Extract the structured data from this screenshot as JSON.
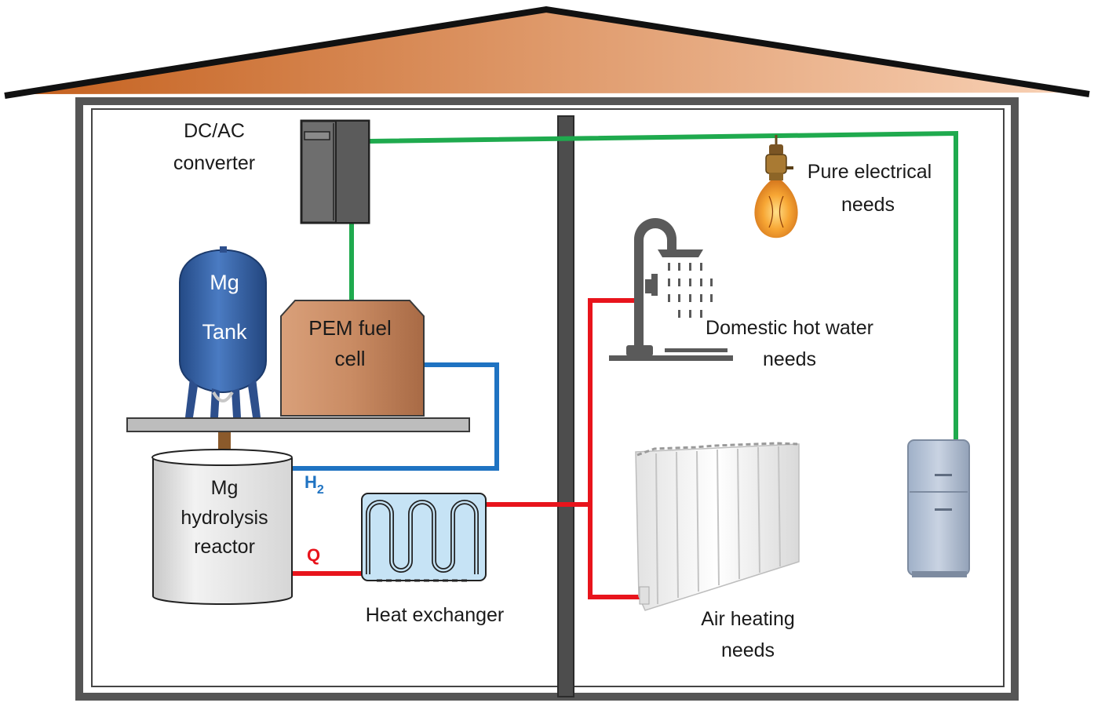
{
  "labels": {
    "converter_line1": "DC/AC",
    "converter_line2": "converter",
    "tank_line1": "Mg",
    "tank_line2": "Tank",
    "fuel_cell_line1": "PEM fuel",
    "fuel_cell_line2": "cell",
    "reactor_line1": "Mg",
    "reactor_line2": "hydrolysis",
    "reactor_line3": "reactor",
    "h2_main": "H",
    "h2_sub": "2",
    "heat_flow": "Q",
    "heat_exchanger": "Heat exchanger",
    "electrical_line1": "Pure electrical",
    "electrical_line2": "needs",
    "hot_water_line1": "Domestic hot water",
    "hot_water_line2": "needs",
    "air_heating_line1": "Air heating",
    "air_heating_line2": "needs"
  },
  "colors": {
    "electric_line": "#1faa4e",
    "hydrogen_line": "#1f73c2",
    "heat_line": "#e8141c",
    "h2_label": "#1f73c2",
    "q_label": "#e8141c",
    "wall": "#505050",
    "roof_light": "#f6c7a4",
    "roof_dark": "#c45f1c",
    "fuel_cell": "#c98b63",
    "tank": "#3b68ad"
  },
  "icons": [
    "inverter-icon",
    "pressure-tank-icon",
    "fuel-cell-icon",
    "reactor-cylinder-icon",
    "heat-exchanger-coil-icon",
    "light-bulb-icon",
    "shower-icon",
    "radiator-icon",
    "refrigerator-icon"
  ]
}
